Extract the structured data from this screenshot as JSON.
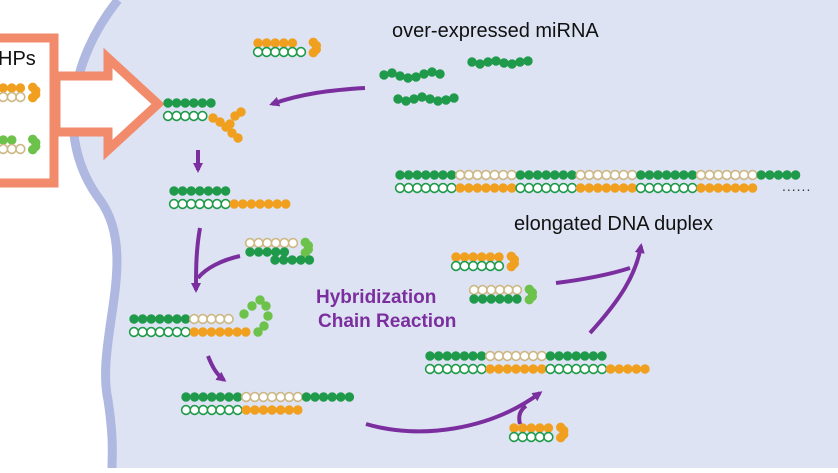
{
  "labels": {
    "hps": "HPs",
    "miRNA": "over-expressed miRNA",
    "duplex": "elongated DNA duplex",
    "hcr_line1": "Hybridization",
    "hcr_line2": "Chain Reaction",
    "ellipsis": "......"
  },
  "colors": {
    "background_cell": "#dde3f3",
    "membrane": "#aeb8e0",
    "big_arrow": "#f28a6c",
    "flow_arrow": "#7b2f9e",
    "green": "#1f9a4a",
    "light_green": "#6cc24a",
    "orange": "#f0a01e",
    "tan": "#cdb784",
    "hcr_text": "#7b2f9e"
  }
}
